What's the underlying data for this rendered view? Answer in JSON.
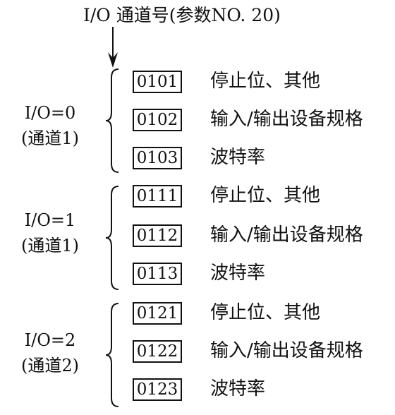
{
  "header": {
    "title": "I/O 通道号(参数NO. 20)"
  },
  "groups": [
    {
      "io": "I/O=0",
      "channel": "(通道1)",
      "rows": [
        {
          "code": "0101",
          "desc": "停止位、其他"
        },
        {
          "code": "0102",
          "desc": "输入/输出设备规格"
        },
        {
          "code": "0103",
          "desc": "波特率"
        }
      ]
    },
    {
      "io": "I/O=1",
      "channel": "(通道1)",
      "rows": [
        {
          "code": "0111",
          "desc": "停止位、其他"
        },
        {
          "code": "0112",
          "desc": "输入/输出设备规格"
        },
        {
          "code": "0113",
          "desc": "波特率"
        }
      ]
    },
    {
      "io": "I/O=2",
      "channel": "(通道2)",
      "rows": [
        {
          "code": "0121",
          "desc": "停止位、其他"
        },
        {
          "code": "0122",
          "desc": "输入/输出设备规格"
        },
        {
          "code": "0123",
          "desc": "波特率"
        }
      ]
    }
  ],
  "colors": {
    "ink": "#111111",
    "background": "#ffffff"
  }
}
